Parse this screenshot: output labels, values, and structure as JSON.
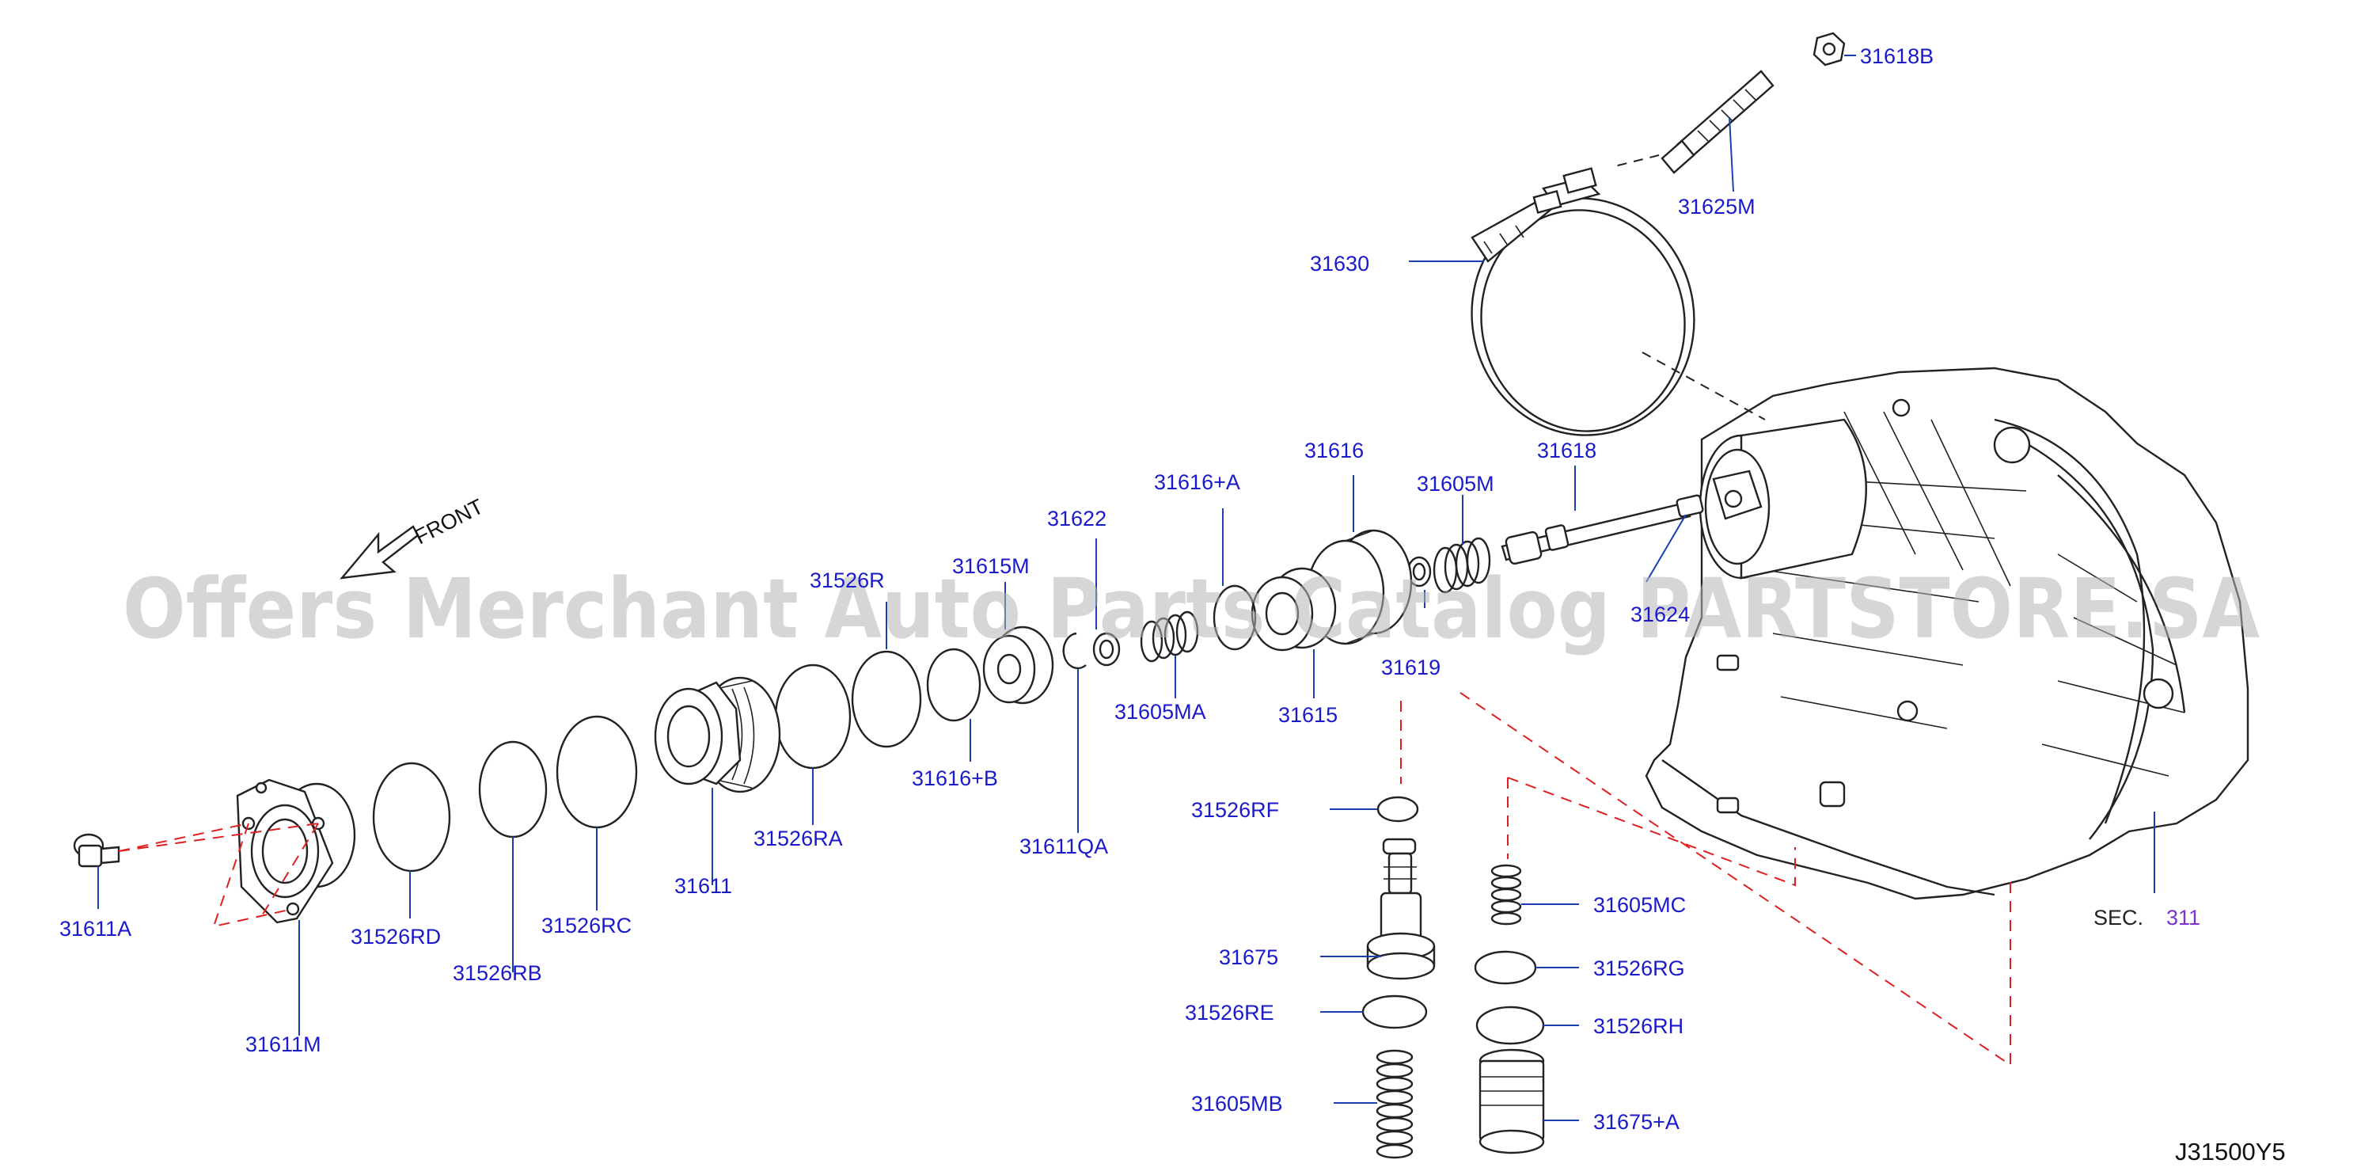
{
  "watermark": "Offers Merchant Auto Parts Catalog PARTSTORE.SA",
  "front_label": "FRONT",
  "diagram_code": "J31500Y5",
  "section": {
    "prefix": "SEC.",
    "number": "311"
  },
  "parts": {
    "p31618B": "31618B",
    "p31625M": "31625M",
    "p31630": "31630",
    "p31616": "31616",
    "p31618": "31618",
    "p31605M": "31605M",
    "p31616A": "31616+A",
    "p31622": "31622",
    "p31615M": "31615M",
    "p31526R": "31526R",
    "p31624": "31624",
    "p31619": "31619",
    "p31605MA": "31605MA",
    "p31615": "31615",
    "p31616B": "31616+B",
    "p31611QA": "31611QA",
    "p31526RA": "31526RA",
    "p31611": "31611",
    "p31526RC": "31526RC",
    "p31526RD": "31526RD",
    "p31526RB": "31526RB",
    "p31611A": "31611A",
    "p31611M": "31611M",
    "p31526RF": "31526RF",
    "p31675": "31675",
    "p31526RE": "31526RE",
    "p31605MB": "31605MB",
    "p31605MC": "31605MC",
    "p31526RG": "31526RG",
    "p31526RH": "31526RH",
    "p31675A": "31675+A"
  }
}
